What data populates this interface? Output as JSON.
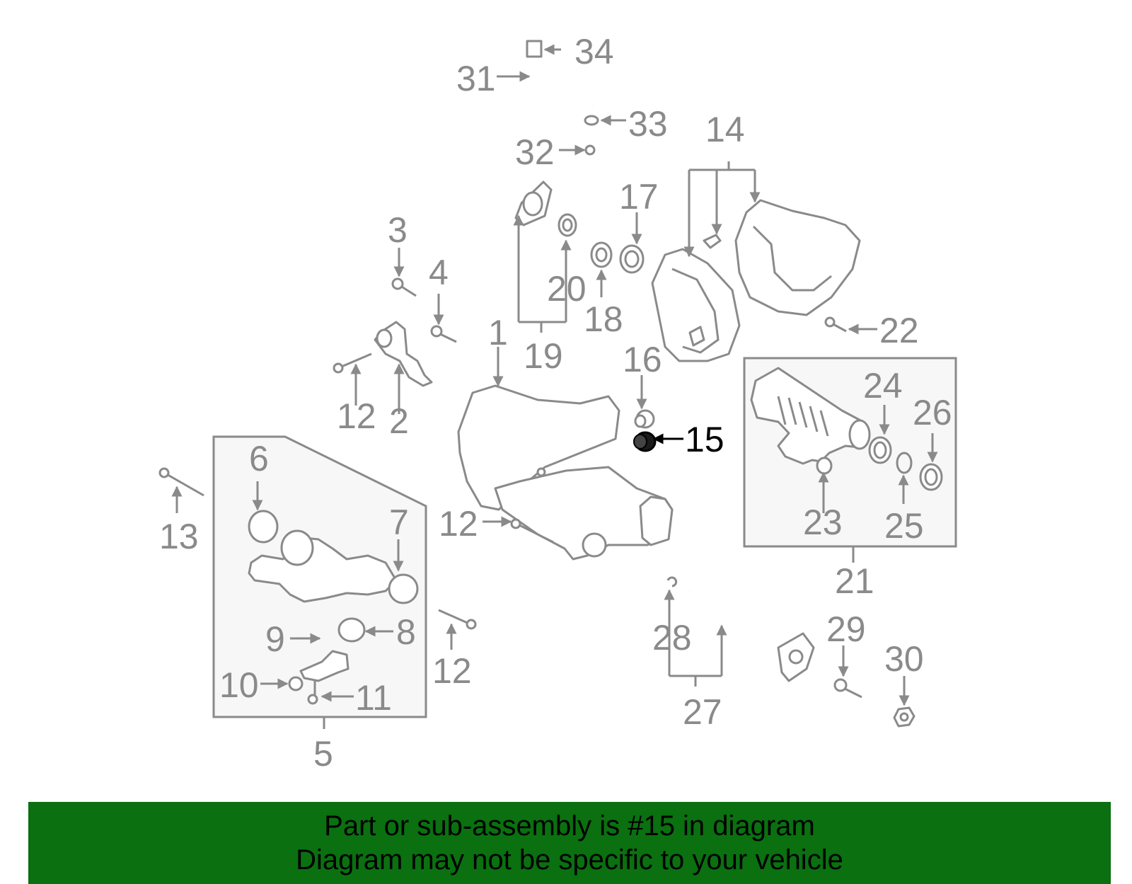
{
  "labels": {
    "l1": "1",
    "l2": "2",
    "l3": "3",
    "l4": "4",
    "l5": "5",
    "l6": "6",
    "l7": "7",
    "l8": "8",
    "l9": "9",
    "l10": "10",
    "l11": "11",
    "l12": "12",
    "l13": "13",
    "l14": "14",
    "l15": "15",
    "l16": "16",
    "l17": "17",
    "l18": "18",
    "l19": "19",
    "l20": "20",
    "l21": "21",
    "l22": "22",
    "l23": "23",
    "l24": "24",
    "l25": "25",
    "l26": "26",
    "l27": "27",
    "l28": "28",
    "l29": "29",
    "l30": "30",
    "l31": "31",
    "l32": "32",
    "l33": "33",
    "l34": "34"
  },
  "highlight_part": "15",
  "colors": {
    "highlight": "#000000",
    "part_line": "#8a8a8a",
    "footer_bg": "#0a7010"
  },
  "footer": {
    "line1": "Part or sub-assembly is #15 in diagram",
    "line2": "Diagram may not be specific to your vehicle"
  }
}
